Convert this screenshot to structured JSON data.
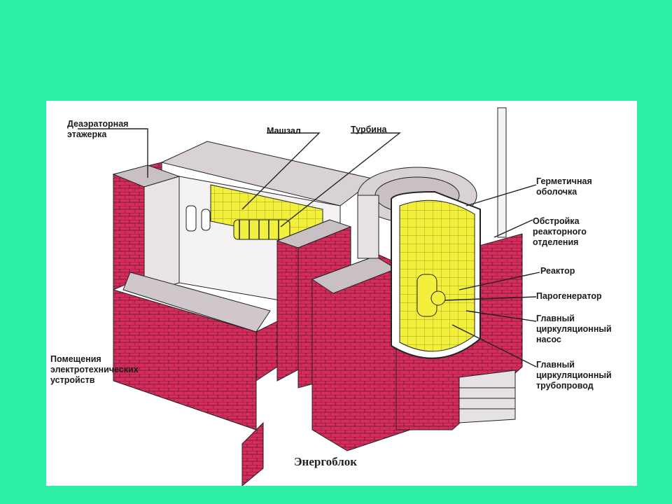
{
  "caption": "Энергоблок",
  "colors": {
    "background": "#2ef0a5",
    "brick": "#d42d5c",
    "concrete": "#c9c0c3",
    "equipment": "#f2f03c",
    "line": "#222222"
  },
  "labels": {
    "deaerator": [
      "Деаэраторная",
      "этажерка"
    ],
    "machine_hall": [
      "Машзал"
    ],
    "turbine": [
      "Турбина"
    ],
    "containment": [
      "Герметичная",
      "оболочка"
    ],
    "reactor_annex": [
      "Обстройка",
      "реакторного",
      "отделения"
    ],
    "reactor": [
      "Реактор"
    ],
    "steam_generator": [
      "Парогенератор"
    ],
    "main_pump": [
      "Главный",
      "циркуляционный",
      "насос"
    ],
    "main_pipeline": [
      "Главный",
      "циркуляционный",
      "трубопровод"
    ],
    "electrical_rooms": [
      "Помещения",
      "электротехнических",
      "устройств"
    ]
  }
}
